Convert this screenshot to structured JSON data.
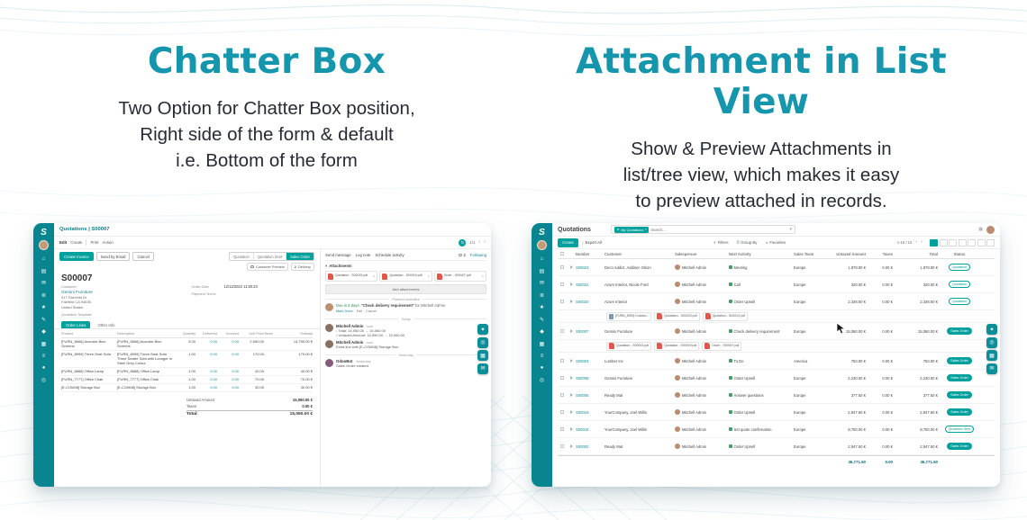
{
  "app": {
    "logo_letter": "S"
  },
  "colors": {
    "heading_teal": "#1596ad",
    "sidebar_teal": "#08858f",
    "primary_teal": "#00a09d",
    "pdf_red": "#e2574c",
    "wave_line": "#d5ebf1",
    "activity_green": "#43a06c"
  },
  "icons": {
    "home": "⌂",
    "screens": "▤",
    "mail": "✉",
    "rows": "≣",
    "star": "★",
    "pencil": "✎",
    "diamond": "◆",
    "grid": "▦",
    "menu": "≡",
    "dot": "●",
    "ring": "◎",
    "sparkle": "✦",
    "close": "×",
    "caret_down": "▾",
    "prev": "‹",
    "next": "›",
    "refresh": "↻",
    "filter": "▼",
    "check": "✓",
    "export": "↑"
  },
  "hero": {
    "left_title": "Chatter Box",
    "left_line1": "Two Option for Chatter Box position,",
    "left_line2": "Right side of the form & default",
    "left_line3": "i.e. Bottom of the form",
    "right_title": "Attachment in List View",
    "right_line1": "Show & Preview Attachments in",
    "right_line2": "list/tree view, which makes it easy",
    "right_line3": "to preview attached in records."
  },
  "left_app": {
    "breadcrumb": "Quotations | S00007",
    "toolbar": {
      "edit": "Edit",
      "create": "Create",
      "print": "Print",
      "action": "Action",
      "pager": "1/1"
    },
    "header_buttons": {
      "create_invoice": "Create Invoice",
      "send_by_email": "Send by Email",
      "cancel": "Cancel"
    },
    "statusbar": {
      "quotation": "Quotation",
      "quotation_sent": "Quotation Sent",
      "sales_order": "Sales Order"
    },
    "smart": {
      "customer_preview": "Customer Preview",
      "delivery_count": "2",
      "delivery_label": "Delivery"
    },
    "order_ref": "S00007",
    "fields": {
      "customer_label": "Customer",
      "customer_name": "Gemini Furniture",
      "address1": "317 Fairchild Dr",
      "address2": "Fairfield CA 94535",
      "address3": "United States",
      "order_date_label": "Order Date",
      "order_date": "12/12/2022 11:50:23",
      "payment_terms_label": "Payment Terms",
      "quotation_template_label": "Quotation Template"
    },
    "tabs": {
      "order_lines": "Order Lines",
      "other_info": "Other Info"
    },
    "table": {
      "h_product": "Product",
      "h_description": "Description",
      "h_quantity": "Quantity",
      "h_delivered": "Delivered",
      "h_invoiced": "Invoiced",
      "h_unit_price": "Unit Price",
      "h_taxes": "Taxes",
      "h_subtotal": "Subtotal",
      "rows": [
        {
          "product": "[FURN_6666] Acoustic Bloc Screens",
          "description": "[FURN_6666] Acoustic Bloc Screens",
          "quantity": "5.00",
          "delivered": "0.00",
          "invoiced": "0.00",
          "unit_price": "2,950.00",
          "subtotal": "14,750.00 €"
        },
        {
          "product": "[FURN_8999] Three-Seat Sofa",
          "description": "[FURN_8999] Three-Seat Sofa Three Seater Sofa with Lounger in Steel Grey Colour",
          "quantity": "1.00",
          "delivered": "0.00",
          "invoiced": "0.00",
          "unit_price": "170.00",
          "subtotal": "170.00 €"
        },
        {
          "product": "[FURN_8888] Office Lamp",
          "description": "[FURN_8888] Office Lamp",
          "quantity": "1.00",
          "delivered": "0.00",
          "invoiced": "0.00",
          "unit_price": "40.00",
          "subtotal": "40.00 €"
        },
        {
          "product": "[FURN_7777] Office Chair",
          "description": "[FURN_7777] Office Chair",
          "quantity": "1.00",
          "delivered": "0.00",
          "invoiced": "0.00",
          "unit_price": "70.00",
          "subtotal": "70.00 €"
        },
        {
          "product": "[E-COM08] Storage Box",
          "description": "[E-COM08] Storage Box",
          "quantity": "1.00",
          "delivered": "0.00",
          "invoiced": "0.00",
          "unit_price": "30.00",
          "subtotal": "30.00 €"
        }
      ]
    },
    "totals": {
      "untaxed_label": "Untaxed Amount",
      "untaxed": "15,060.00 €",
      "taxes_label": "Taxes",
      "taxes": "0.00 €",
      "total_label": "Total:",
      "total": "15,060.00 €"
    },
    "chatter": {
      "send_message": "Send message",
      "log_note": "Log note",
      "schedule_activity": "Schedule activity",
      "followers_count": "2",
      "following": "Following",
      "attachments_label": "Attachments",
      "attachment1": "Quotation - S00023.pdf",
      "attachment2": "Quotation - S00019.pdf",
      "attachment3": "Order - S00007.pdf",
      "add_attachments": "Add attachments",
      "planned_activities_label": "Planned activities",
      "activity_due": "Due in 8 days:",
      "activity_summary": "\"Check delivery requirement\"",
      "activity_for": "for Mitchell Admin",
      "activity_mark_done": "Mark Done",
      "activity_edit": "Edit",
      "activity_cancel": "Cancel",
      "today_label": "Today",
      "msg1_author": "Mitchell Admin",
      "msg1_time": "- now",
      "msg1_line1": "Total: 14,950.00 → 15,060.00",
      "msg1_line2": "Untaxed Amount: 14,950.00 → 15,060.00",
      "msg2_author": "Mitchell Admin",
      "msg2_time": "- now",
      "msg2_line1": "Extra line with [E-COM08] Storage Box",
      "yesterday_label": "Yesterday",
      "msg3_author": "OdooBot",
      "msg3_time": "- Yesterday",
      "msg3_line1": "Sales Order created"
    }
  },
  "right_app": {
    "title": "Quotations",
    "search_facet": "My Quotations",
    "search_placeholder": "Search...",
    "toolbar": {
      "create": "Create",
      "export_all": "Export All",
      "filters": "Filters",
      "group_by": "Group By",
      "favorites": "Favorites",
      "pager": "1-10 / 10"
    },
    "headers": {
      "number": "Number",
      "customer": "Customer",
      "salesperson": "Salesperson",
      "activity": "Next Activity",
      "team": "Sales Team",
      "untaxed": "Untaxed Amount",
      "taxes": "Taxes",
      "total": "Total",
      "status": "Status"
    },
    "rows": [
      {
        "number": "S00023",
        "customer": "Deco Addict, Addison Olson",
        "salesperson": "Mitchell Admin",
        "activity": "Meeting",
        "team": "Europe",
        "untaxed": "1,878.00 €",
        "taxes": "0.00 €",
        "total": "1,878.00 €",
        "status": "Quotation"
      },
      {
        "number": "S00022",
        "customer": "Azure Interior, Nicole Ford",
        "salesperson": "Mitchell Admin",
        "activity": "Call",
        "team": "Europe",
        "untaxed": "320.00 €",
        "taxes": "0.00 €",
        "total": "320.00 €",
        "status": "Quotation"
      },
      {
        "number": "S00020",
        "customer": "Azure Interior",
        "salesperson": "Mitchell Admin",
        "activity": "Order Upsell",
        "team": "Europe",
        "untaxed": "2,346.00 €",
        "taxes": "0.00 €",
        "total": "2,346.00 €",
        "status": "Quotation"
      },
      {
        "number": "S00007",
        "customer": "Gemini Furniture",
        "salesperson": "Mitchell Admin",
        "activity": "Check delivery requirement",
        "team": "Europe",
        "untaxed": "15,060.00 €",
        "taxes": "0.00 €",
        "total": "15,060.00 €",
        "status": "Sales Order"
      },
      {
        "number": "S00004",
        "customer": "Lumber Inc",
        "salesperson": "Mitchell Admin",
        "activity": "To Do",
        "team": "America",
        "untaxed": "750.00 €",
        "taxes": "0.00 €",
        "total": "750.00 €",
        "status": "Sales Order"
      },
      {
        "number": "S00008",
        "customer": "Gemini Furniture",
        "salesperson": "Mitchell Admin",
        "activity": "Order Upsell",
        "team": "Europe",
        "untaxed": "2,240.00 €",
        "taxes": "0.00 €",
        "total": "2,240.00 €",
        "status": "Sales Order"
      },
      {
        "number": "S00005",
        "customer": "Ready Mat",
        "salesperson": "Mitchell Admin",
        "activity": "Answer questions",
        "team": "Europe",
        "untaxed": "377.50 €",
        "taxes": "0.00 €",
        "total": "377.50 €",
        "status": "Sales Order"
      },
      {
        "number": "S00019",
        "customer": "YourCompany, Joel Willis",
        "salesperson": "Mitchell Admin",
        "activity": "Order Upsell",
        "team": "Europe",
        "untaxed": "2,947.50 €",
        "taxes": "0.00 €",
        "total": "2,947.50 €",
        "status": "Sales Order"
      },
      {
        "number": "S00018",
        "customer": "YourCompany, Joel Willis",
        "salesperson": "Mitchell Admin",
        "activity": "Set quote confirmation",
        "team": "Europe",
        "untaxed": "9,750.00 €",
        "taxes": "0.00 €",
        "total": "9,750.00 €",
        "status": "Quotation Sent"
      },
      {
        "number": "S00002",
        "customer": "Ready Mat",
        "salesperson": "Mitchell Admin",
        "activity": "Order Upsell",
        "team": "Europe",
        "untaxed": "2,947.50 €",
        "taxes": "0.00 €",
        "total": "2,947.50 €",
        "status": "Sales Order"
      }
    ],
    "strip1": {
      "chip1": "[FURN_8999] Custom...",
      "chip2": "Quotation - S00023.pdf",
      "chip3": "Quotation - S00019.pdf"
    },
    "strip2": {
      "chip1": "Quotation - S00023.pdf",
      "chip2": "Quotation - S00019.pdf",
      "chip3": "Order - S00007.pdf"
    },
    "footer": {
      "untaxed": "36,771.50",
      "taxes": "0.00",
      "total": "36,771.50"
    }
  }
}
